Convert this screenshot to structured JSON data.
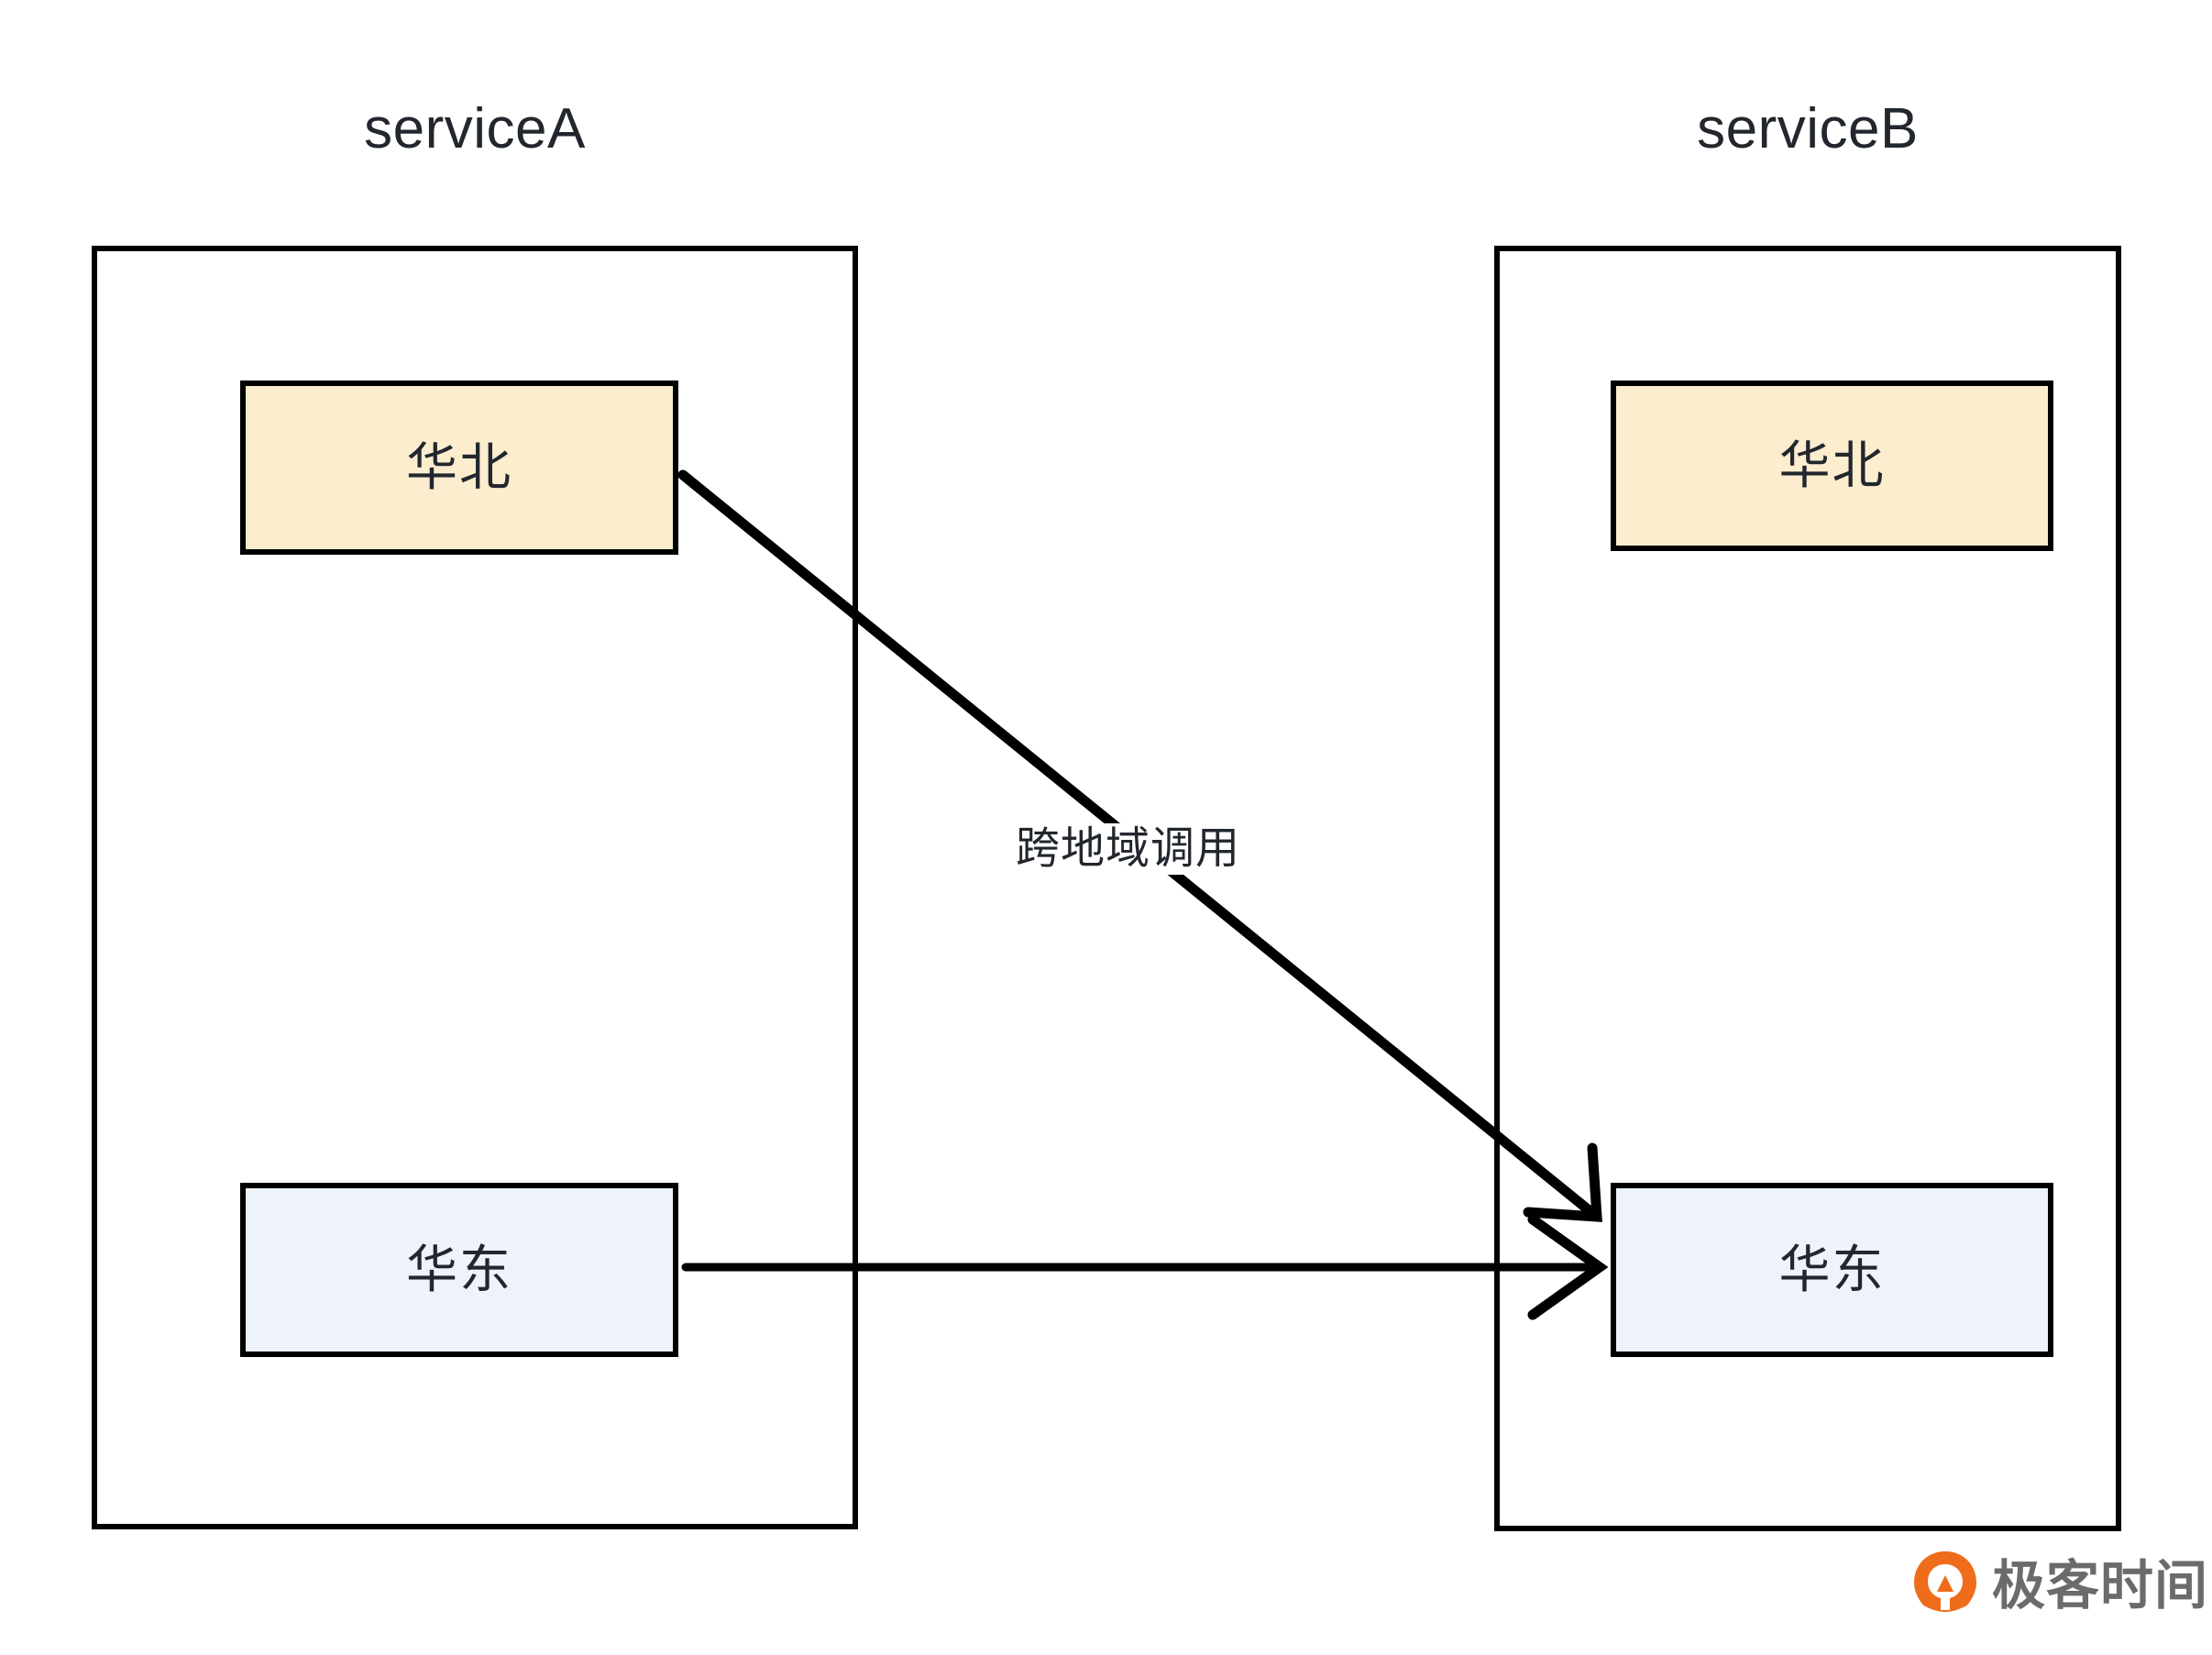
{
  "diagram": {
    "title_a": "serviceA",
    "title_b": "serviceB",
    "nodes": {
      "a_north": "华北",
      "a_east": "华东",
      "b_north": "华北",
      "b_east": "华东"
    },
    "edges": {
      "cross_region_label": "跨地域调用",
      "same_region_label": ""
    },
    "colors": {
      "north_fill": "#fcedce",
      "east_fill": "#edf2fb",
      "stroke": "#000000",
      "text": "#22272e",
      "watermark_orange": "#ef6c1a",
      "watermark_gray": "#6b6b6b",
      "background": "#ffffff"
    },
    "icons": {
      "cross_region_arrow": "diagonal-arrow-icon",
      "same_region_arrow": "horizontal-arrow-icon",
      "brand_mark": "geektime-logo-icon"
    }
  },
  "watermark": {
    "text": "极客时间"
  }
}
